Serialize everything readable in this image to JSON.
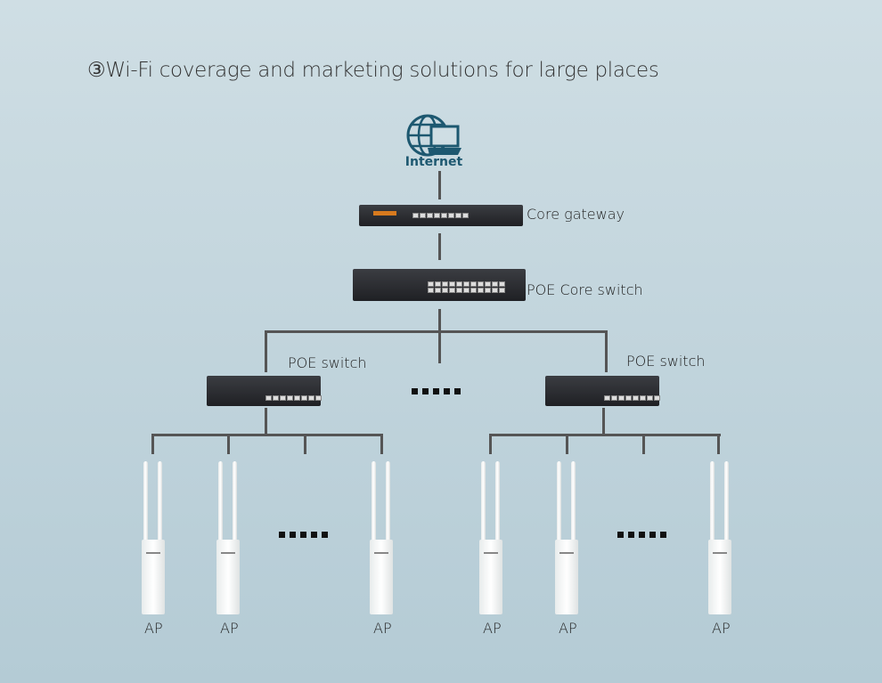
{
  "title": "③Wi-Fi coverage and marketing solutions for large places",
  "internet": {
    "label": "Internet",
    "icon": "globe-laptop-icon"
  },
  "gateway": {
    "label": "Core gateway"
  },
  "core_switch": {
    "label": "POE Core switch"
  },
  "poe_switches": [
    {
      "label": "POE switch"
    },
    {
      "label": "POE switch"
    }
  ],
  "aps": [
    {
      "label": "AP"
    },
    {
      "label": "AP"
    },
    {
      "label": "AP"
    },
    {
      "label": "AP"
    },
    {
      "label": "AP"
    },
    {
      "label": "AP"
    }
  ],
  "ellipsis": "......",
  "colors": {
    "line": "#555555",
    "internet": "#1d5870"
  }
}
